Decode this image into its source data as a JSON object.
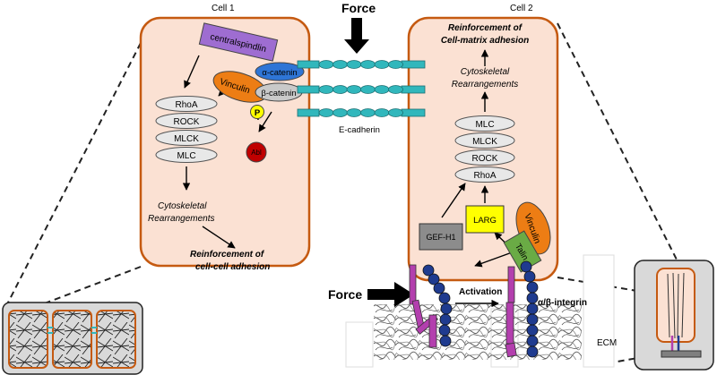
{
  "cell1": {
    "title": "Cell 1",
    "centralspindlin": "centralspindlin",
    "alpha_catenin": "α-catenin",
    "vinculin": "Vinculin",
    "beta_catenin": "β-catenin",
    "phospho": "P",
    "abl": "Abl",
    "pathway": [
      "RhoA",
      "ROCK",
      "MLCK",
      "MLC"
    ],
    "outcome1_line1": "Cytoskeletal",
    "outcome1_line2": "Rearrangements",
    "outcome2_line1": "Reinforcement  of",
    "outcome2_line2": "cell-cell adhesion"
  },
  "cell2": {
    "title": "Cell 2",
    "reinforce_line1": "Reinforcement of",
    "reinforce_line2": "Cell-matrix adhesion",
    "cyto_line1": "Cytoskeletal",
    "cyto_line2": "Rearrangements",
    "pathway": [
      "MLC",
      "MLCK",
      "ROCK",
      "RhoA"
    ],
    "gef": "GEF-H1",
    "larg": "LARG",
    "vinculin": "Vinculin",
    "talin": "Talin"
  },
  "junction": {
    "force": "Force",
    "ecadherin": "E-cadherin"
  },
  "matrix": {
    "force": "Force",
    "activation": "Activation",
    "integrin": "α/β-integrin",
    "ecm": "ECM"
  },
  "colors": {
    "cell_fill": "#fbe1d3",
    "cell_border": "#c55a11",
    "cadherin": "#31b7bc",
    "integrin_alpha": "#b33fae",
    "integrin_beta": "#1f3b8f",
    "alpha_catenin": "#2e75d6",
    "vinculin": "#ed7d14",
    "talin": "#6aab45",
    "larg": "#ffff00",
    "abl": "#c00000",
    "centralspindlin": "#9e6dd1"
  }
}
